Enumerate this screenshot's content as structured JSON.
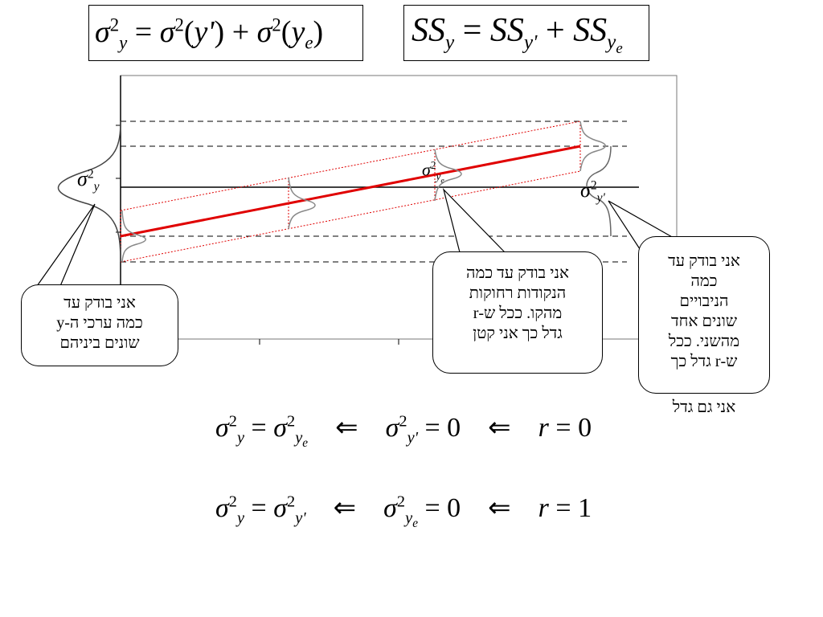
{
  "top_formulas": {
    "variance": "σ²ᵧ = σ²(y') + σ²(yₑ)",
    "sum_of_squares": "SSᵧ = SSᵧ' + SSᵧₑ"
  },
  "diagram_labels": {
    "sigma_y": "σ²ᵧ",
    "sigma_ye": "σ²ᵧₑ",
    "sigma_yprime": "σ²ᵧ'"
  },
  "callouts": {
    "left": [
      "אני בודק עד",
      "כמה ערכי ה-y",
      "שונים ביניהם"
    ],
    "middle": [
      "אני בודק עד כמה",
      "הנקודות רחוקות",
      "מהקו. ככל ש-r",
      "גדל כך אני קטן"
    ],
    "right": [
      "אני בודק עד",
      "כמה",
      "הניבויים",
      "שונים אחד",
      "מהשני. ככל",
      "ש-r גדל כך",
      "אני גם גדל"
    ]
  },
  "bottom_formulas": {
    "r0": "σ²ᵧ = σ²ᵧₑ  ⇐  σ²ᵧ' = 0  ⇐  r = 0",
    "r1": "σ²ᵧ = σ²ᵧ'  ⇐  σ²ᵧₑ = 0  ⇐  r = 1"
  },
  "colors": {
    "regression_line": "#e00000",
    "band": "#e00000",
    "curves": "#808080",
    "axes": "#000000"
  }
}
